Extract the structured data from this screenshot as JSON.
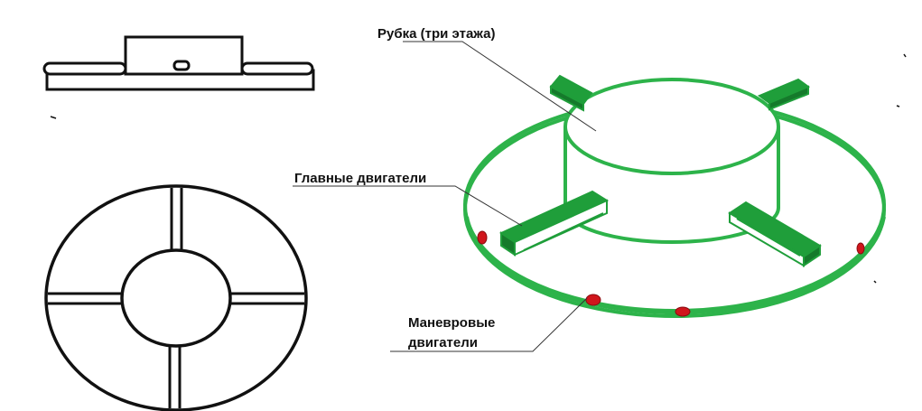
{
  "labels": {
    "cabin": "Рубка (три этажа)",
    "main_engines": "Главные двигатели",
    "maneuver_line1": "Маневровые",
    "maneuver_line2": "двигатели"
  },
  "colors": {
    "ink": "#111111",
    "hull_green": "#2db34a",
    "engine_green": "#1f9e3a",
    "thruster_red": "#d0161c"
  }
}
